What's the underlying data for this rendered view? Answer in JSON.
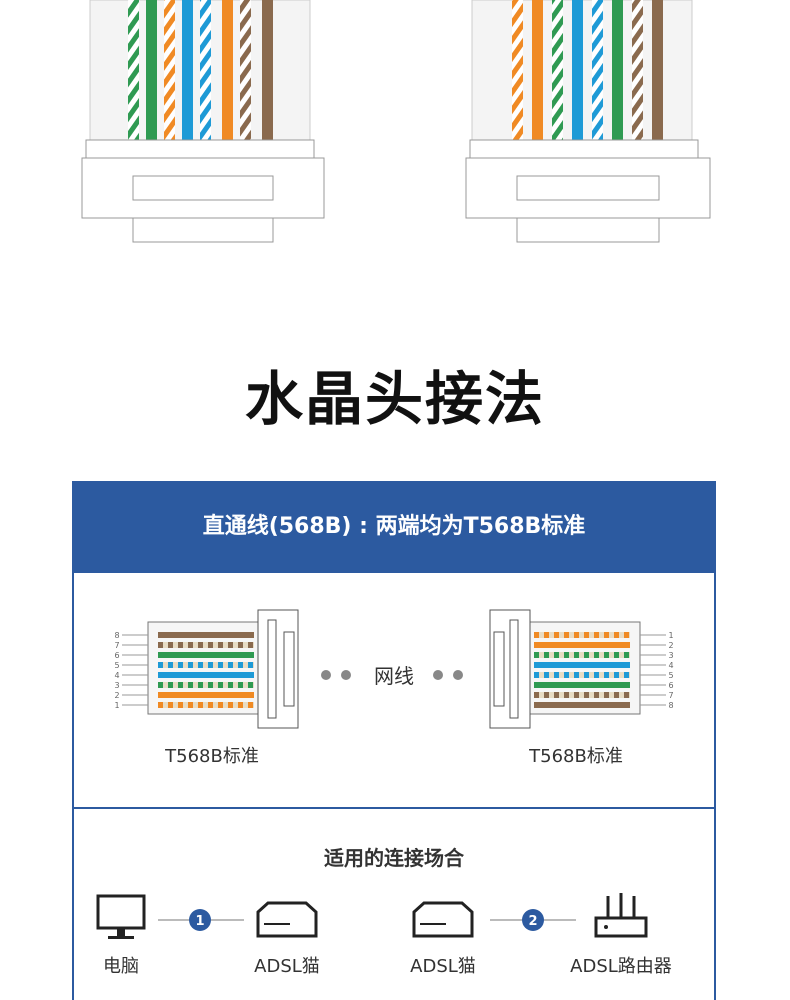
{
  "title": "水晶头接法",
  "header_text": "直通线(568B) : 两端均为T568B标准",
  "connector_left_label": "T568B标准",
  "connector_right_label": "T568B标准",
  "cable_label": "网线",
  "pin_numbers": [
    "1",
    "2",
    "3",
    "4",
    "5",
    "6",
    "7",
    "8"
  ],
  "scenarios_title": "适用的连接场合",
  "scenarios": [
    {
      "step": "1",
      "from": "电脑",
      "to": "ADSL猫"
    },
    {
      "step": "2",
      "from": "ADSL猫",
      "to": "ADSL路由器"
    }
  ],
  "colors": {
    "accent": "#2c5aa0",
    "orange": "#f08a24",
    "green": "#2f9a52",
    "blue": "#1e9ad6",
    "brown": "#8a6a4e"
  }
}
